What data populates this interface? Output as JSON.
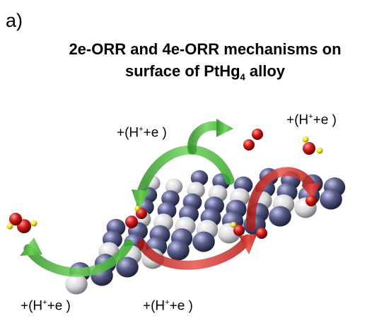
{
  "panel_label": "a)",
  "title": {
    "line1": "2e-ORR and 4e-ORR mechanisms on",
    "line2_prefix": "surface of PtHg",
    "line2_sub": "4",
    "line2_suffix": " alloy"
  },
  "reaction_labels": [
    {
      "id": "top-left",
      "pre": "+(H",
      "sup": "+",
      "post": "+e  )"
    },
    {
      "id": "top-right",
      "pre": "+(H",
      "sup": "+",
      "post": "+e  )"
    },
    {
      "id": "bottom-left",
      "pre": "+(H",
      "sup": "+",
      "post": "+e  )"
    },
    {
      "id": "bottom-middle",
      "pre": "+(H",
      "sup": "+",
      "post": "+e  )"
    }
  ],
  "colors": {
    "pt_atom": "#5b5f8c",
    "hg_atom": "#d8d8dc",
    "oxygen": "#d0191b",
    "hydrogen": "#f2e21a",
    "green_arrow": "#4bbf3a",
    "red_arrow": "#c8241f"
  }
}
